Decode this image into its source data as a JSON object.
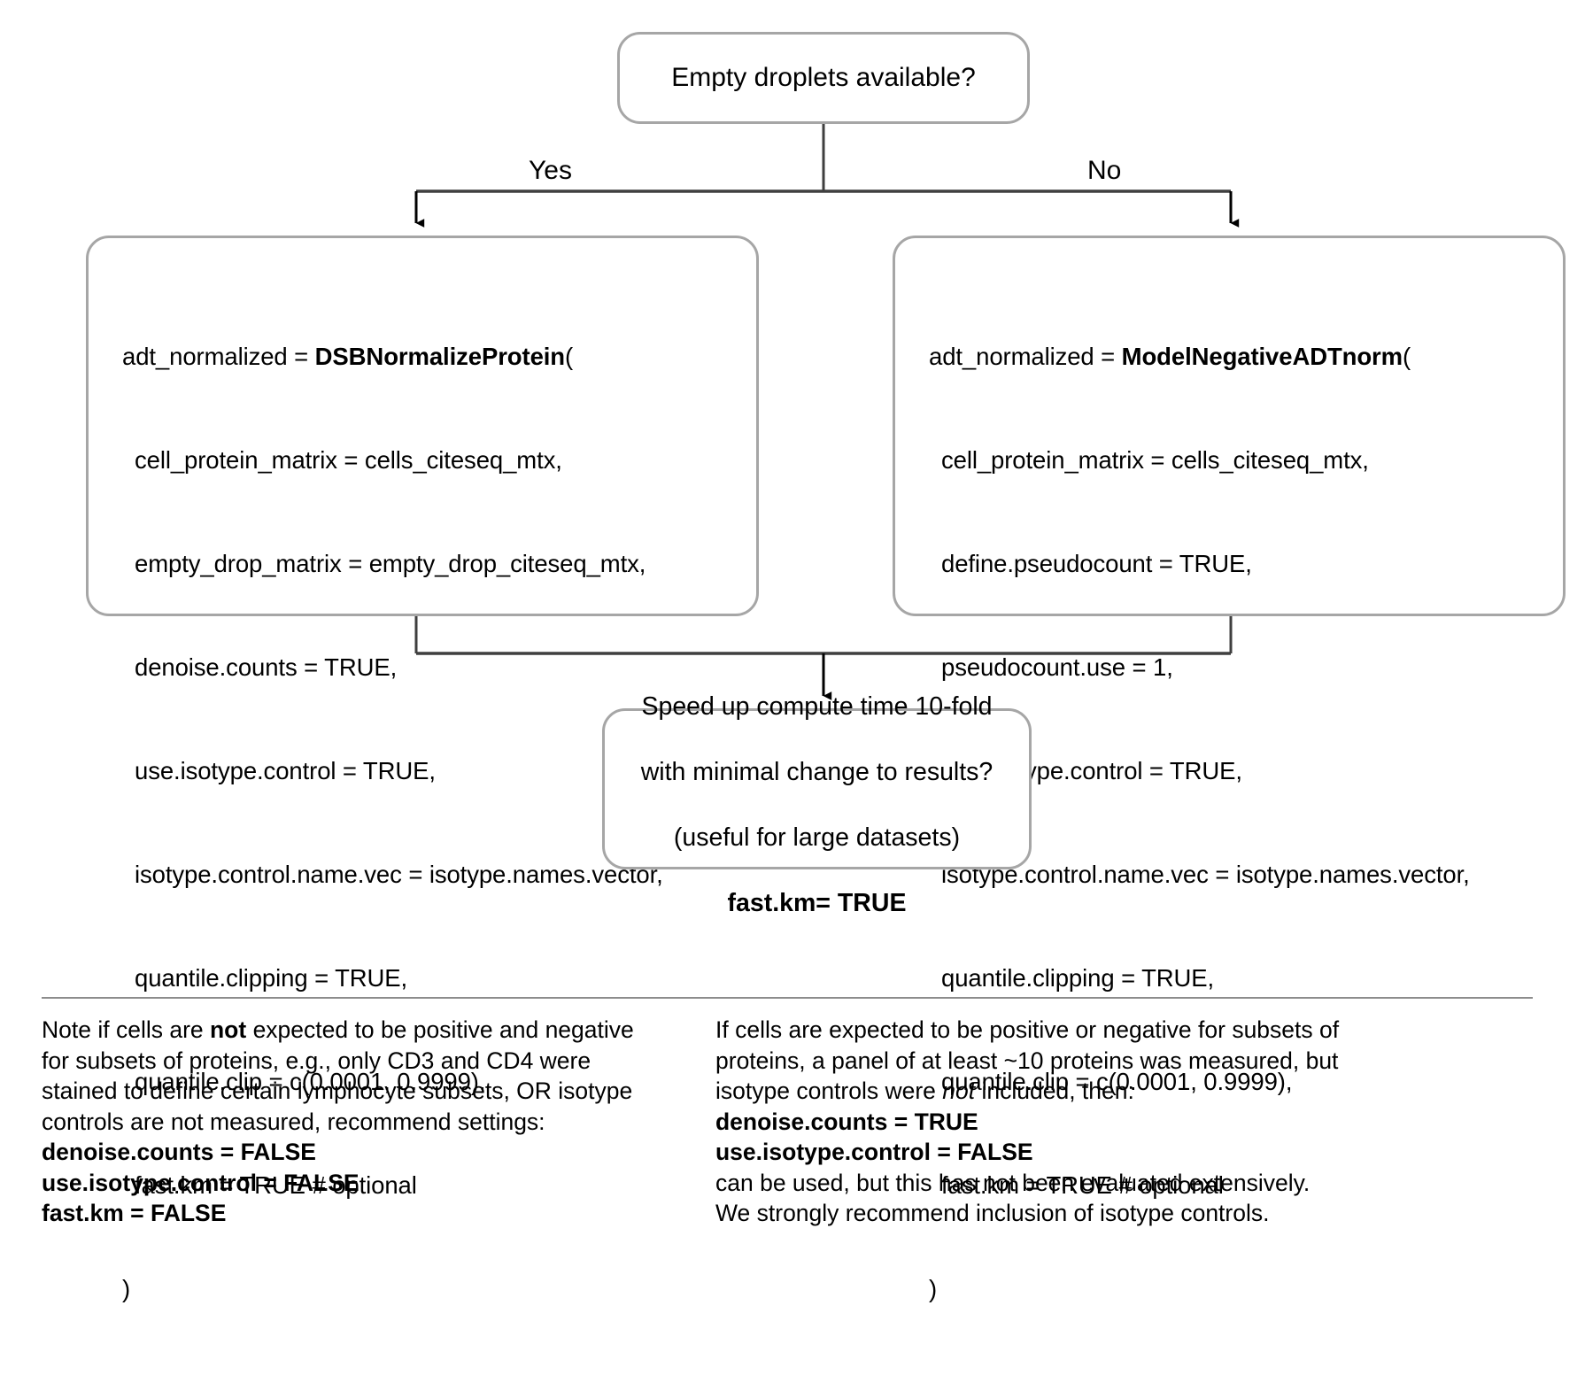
{
  "diagram": {
    "title_node": {
      "label": "Empty droplets available?"
    },
    "edges": {
      "yes_label": "Yes",
      "no_label": "No"
    },
    "left_code_node": {
      "assignment": "adt_normalized = ",
      "function_name": "DSBNormalizeProtein",
      "open_paren": "(",
      "args": [
        "cell_protein_matrix = cells_citeseq_mtx,",
        "empty_drop_matrix = empty_drop_citeseq_mtx,",
        "denoise.counts = TRUE,",
        "use.isotype.control = TRUE,",
        "isotype.control.name.vec = isotype.names.vector,",
        "quantile.clipping = TRUE,",
        "quantile.clip = c(0.0001, 0.9999),",
        "fast.km = TRUE # optional"
      ],
      "close_paren": ")"
    },
    "right_code_node": {
      "assignment": "adt_normalized = ",
      "function_name": "ModelNegativeADTnorm",
      "open_paren": "(",
      "args": [
        "cell_protein_matrix = cells_citeseq_mtx,",
        "define.pseudocount = TRUE,",
        "pseudocount.use = 1,",
        "use.isotype.control = TRUE,",
        "isotype.control.name.vec = isotype.names.vector,",
        "quantile.clipping = TRUE,",
        "quantile.clip = c(0.0001, 0.9999),",
        "fast.km = TRUE # optional"
      ],
      "close_paren": ")"
    },
    "bottom_node": {
      "line1": "Speed up compute time 10-fold",
      "line2": "with minimal change to results?",
      "line3": "(useful for large datasets)",
      "line4_bold": "fast.km= TRUE"
    }
  },
  "notes": {
    "left": {
      "line1_a": "Note if cells are ",
      "line1_bold": "not",
      "line1_b": " expected to be positive and negative",
      "line2": "for subsets of proteins, e.g., only CD3 and CD4 were",
      "line3": "stained to define certain lymphocyte subsets, OR isotype",
      "line4": "controls are not measured, recommend settings:",
      "setting1": "denoise.counts = FALSE",
      "setting2": "use.isotype.control = FALSE",
      "setting3": "fast.km = FALSE"
    },
    "right": {
      "line1": "If cells are expected to be positive or negative for subsets of",
      "line2": "proteins, a panel of at least ~10 proteins was measured, but",
      "line3_a": "isotype controls were ",
      "line3_italic": "not",
      "line3_b": " included, then:",
      "setting1": "denoise.counts = TRUE",
      "setting2": "use.isotype.control = FALSE",
      "line6": "can be used, but this has not been evaluated extensively.",
      "line7": "We strongly recommend inclusion of isotype controls."
    }
  },
  "colors": {
    "node_border": "#a6a6a6",
    "connector": "#3f3f3f",
    "arrow": "#000000",
    "divider": "#8c8c8c",
    "background": "#ffffff"
  }
}
